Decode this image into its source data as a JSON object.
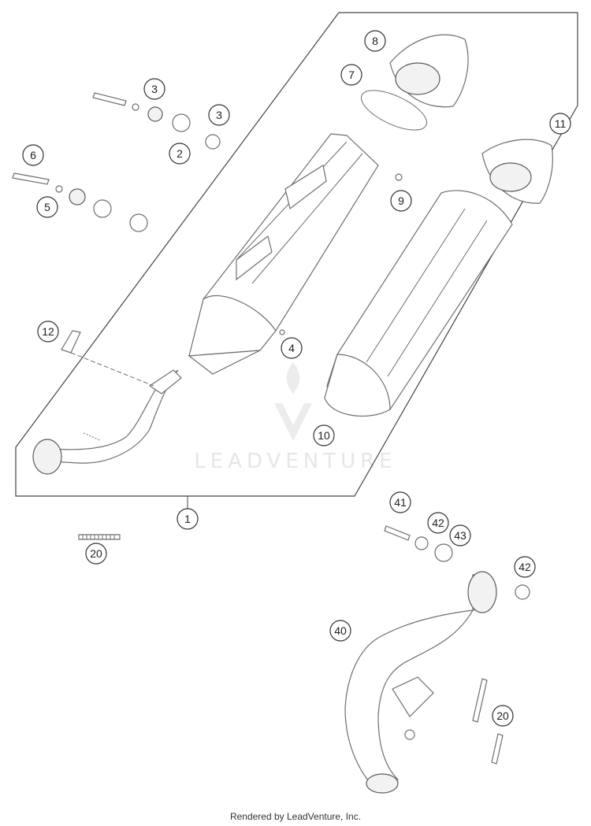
{
  "watermark": "LEADVENTURE",
  "footer": "Rendered by LeadVenture, Inc.",
  "callouts": [
    "8",
    "7",
    "3",
    "3",
    "2",
    "6",
    "5",
    "11",
    "9",
    "12",
    "4",
    "10",
    "1",
    "41",
    "42",
    "43",
    "20",
    "42",
    "40",
    "20"
  ]
}
